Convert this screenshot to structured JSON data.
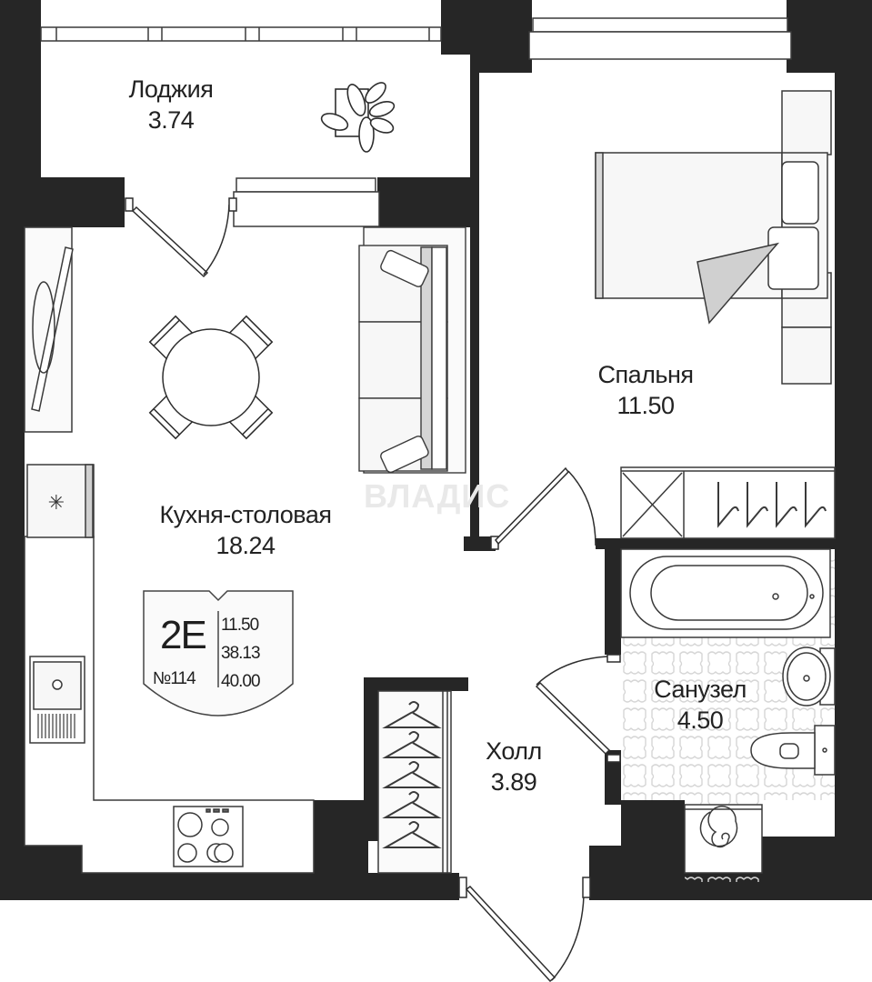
{
  "plan": {
    "type": "apartment floor plan",
    "watermark": "ВЛАДИС",
    "colors": {
      "wall": "#262626",
      "line": "#3a3a3a",
      "furniture_fill": "#f7f7f7",
      "accent_gray": "#cfcfcf",
      "tile": "#d9d9d9"
    },
    "badge": {
      "code": "2E",
      "number": "№114",
      "values": [
        "11.50",
        "38.13",
        "40.00"
      ]
    },
    "rooms": [
      {
        "id": "loggia",
        "name": "Лоджия",
        "area": "3.74"
      },
      {
        "id": "bedroom",
        "name": "Спальня",
        "area": "11.50"
      },
      {
        "id": "kitchen",
        "name": "Кухня-столовая",
        "area": "18.24"
      },
      {
        "id": "bathroom",
        "name": "Санузел",
        "area": "4.50"
      },
      {
        "id": "hall",
        "name": "Холл",
        "area": "3.89"
      }
    ],
    "icons": [
      "plant-icon",
      "bed-icon",
      "dining-table-icon",
      "sofa-icon",
      "tv-icon",
      "fridge-icon",
      "sink-icon",
      "stove-icon",
      "wardrobe-icon",
      "bathtub-icon",
      "washbasin-icon",
      "toilet-icon",
      "washing-machine-icon",
      "door-icon",
      "window-icon"
    ]
  }
}
